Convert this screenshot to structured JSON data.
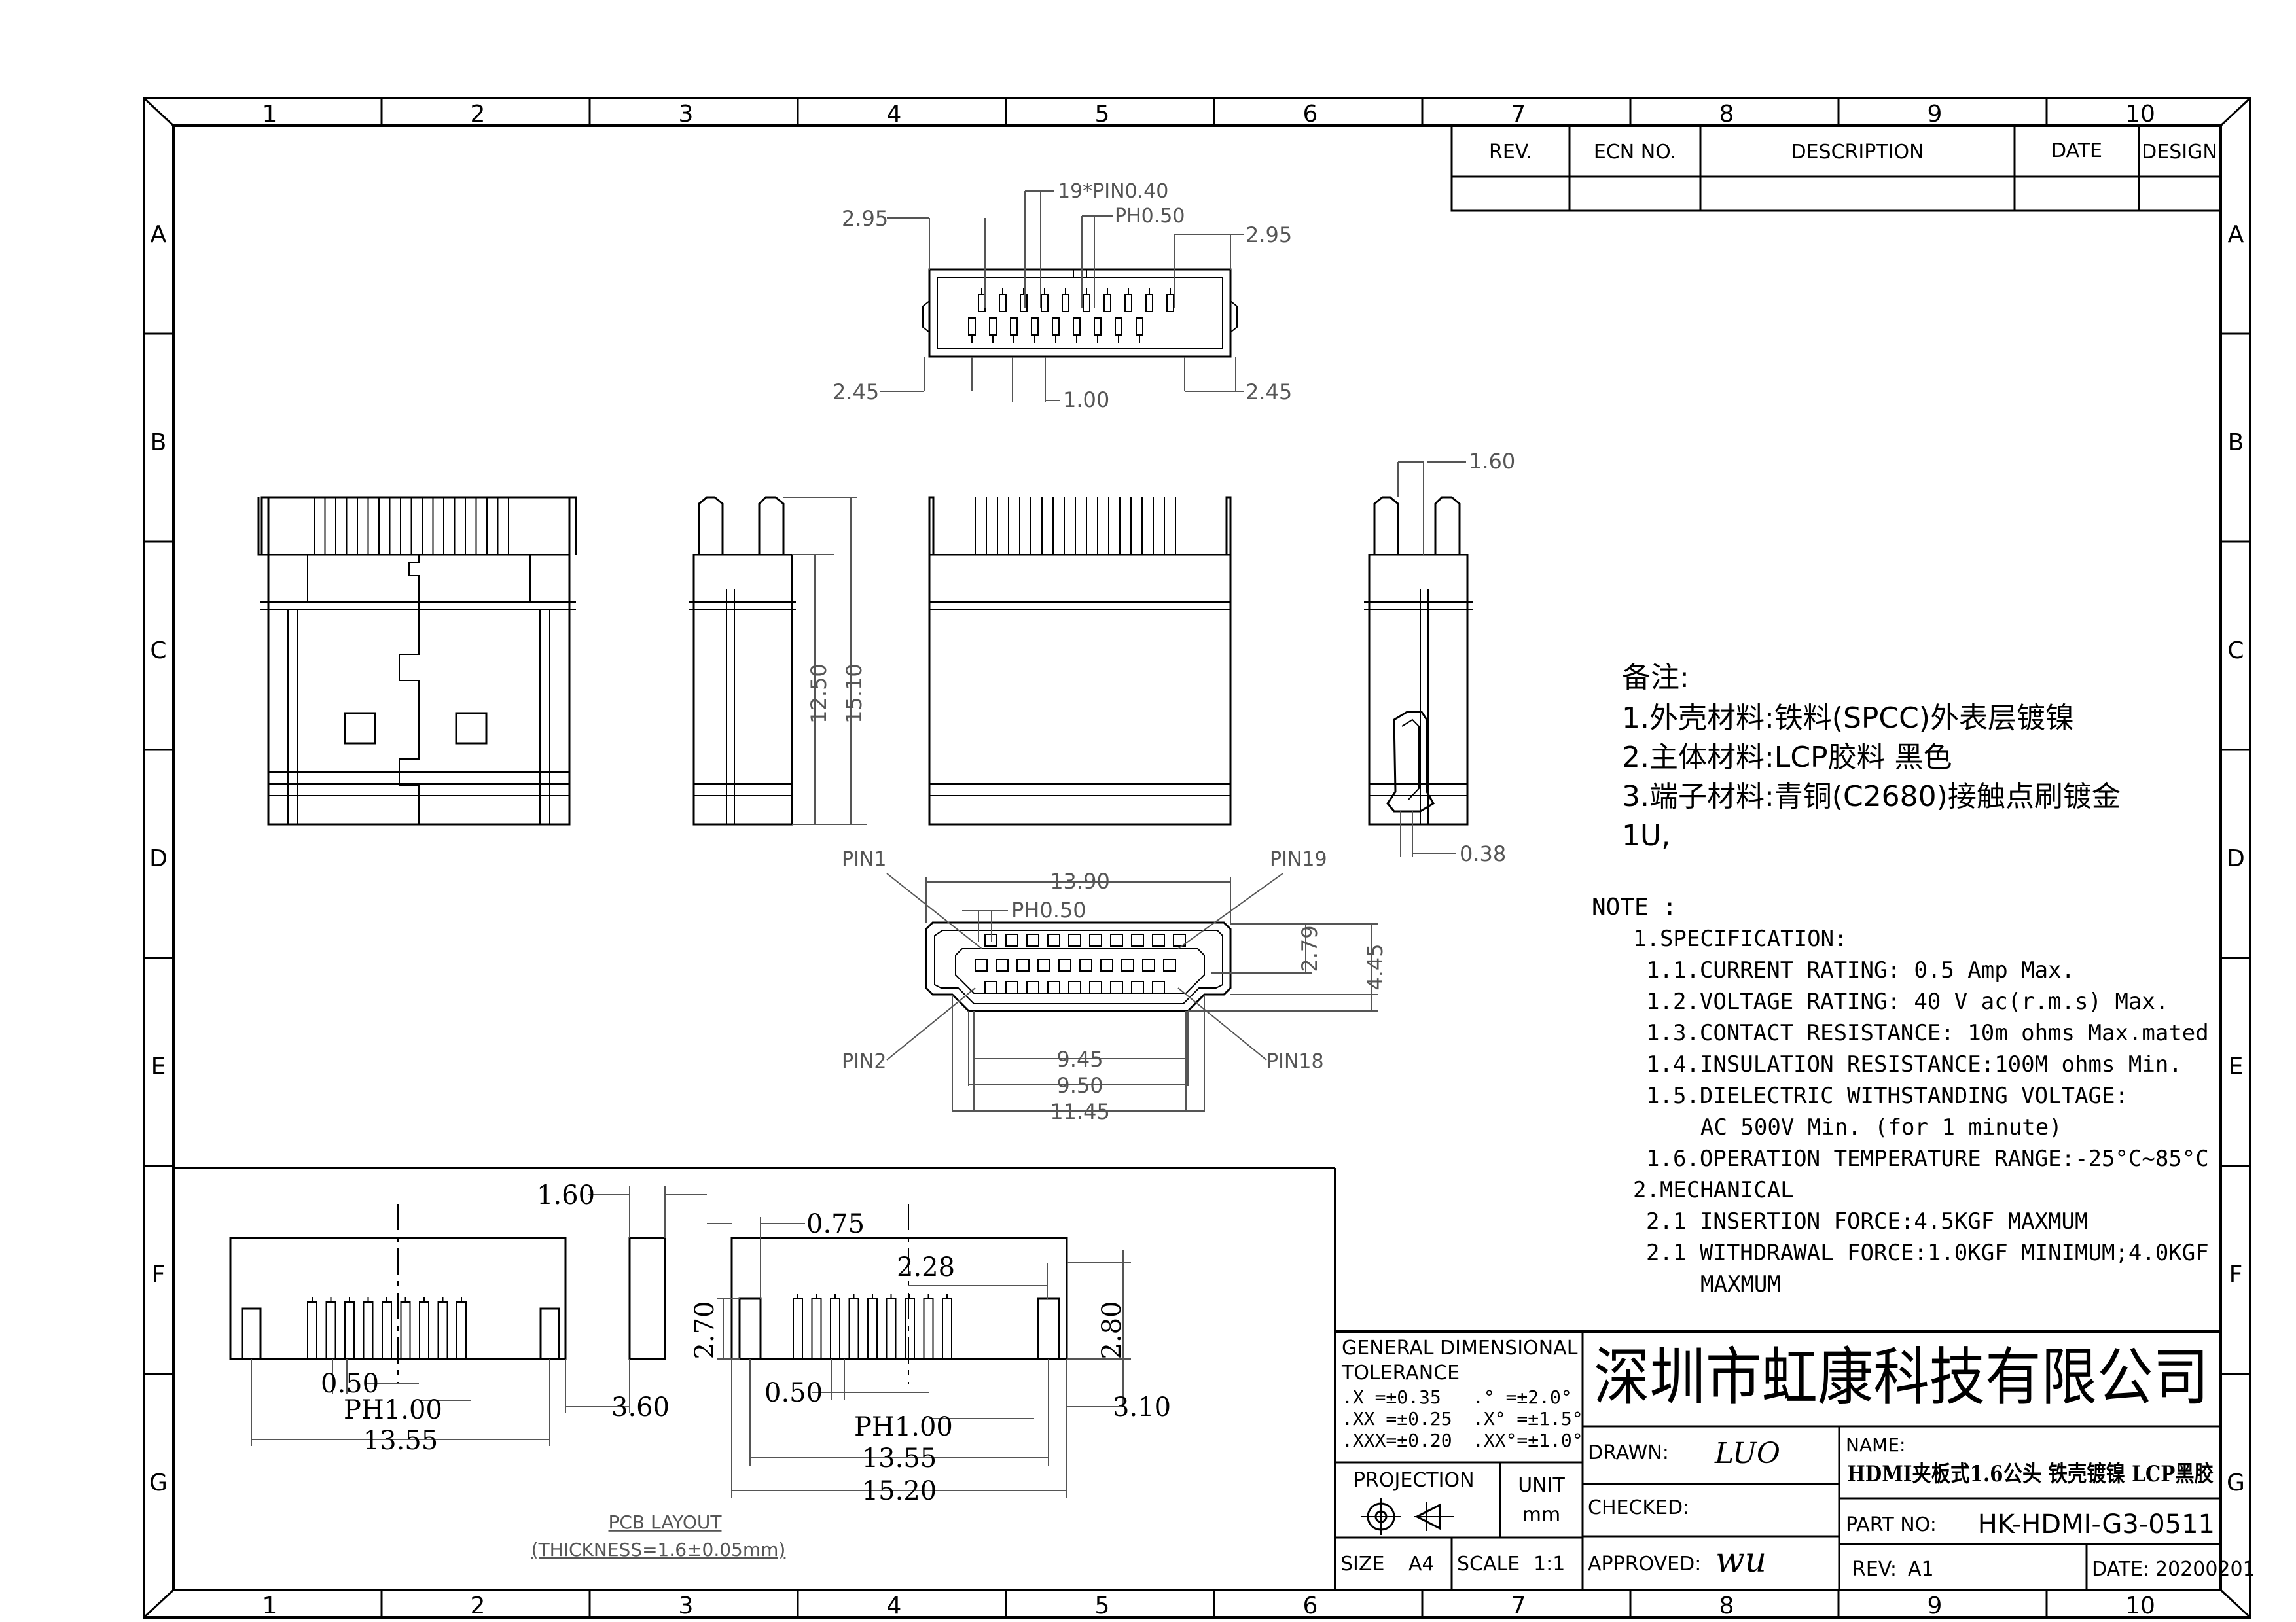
{
  "frame": {
    "col_labels": [
      "1",
      "2",
      "3",
      "4",
      "5",
      "6",
      "7",
      "8",
      "9",
      "10"
    ],
    "row_labels": [
      "A",
      "B",
      "C",
      "D",
      "E",
      "F",
      "G"
    ]
  },
  "revision_table": {
    "headers": [
      "REV.",
      "ECN NO.",
      "DESCRIPTION",
      "DATE",
      "DESIGN"
    ]
  },
  "top_view": {
    "dims": {
      "pin_count": "19*PIN0.40",
      "pitch": "PH0.50",
      "left_top": "2.95",
      "right_top": "2.95",
      "left_bottom": "2.45",
      "right_bottom": "2.45",
      "center_bottom": "1.00"
    }
  },
  "side_view": {
    "dims": {
      "d1250": "12.50",
      "d1510": "15.10",
      "d160": "1.60",
      "d038": "0.38"
    }
  },
  "front_view": {
    "pins": {
      "pin1": "PIN1",
      "pin19": "PIN19",
      "pin2": "PIN2",
      "pin18": "PIN18"
    },
    "dims": {
      "w1390": "13.90",
      "ph": "PH0.50",
      "h279": "2.79",
      "h445": "4.45",
      "w945": "9.45",
      "w950": "9.50",
      "w1145": "11.45"
    }
  },
  "notes_cn": {
    "title": "备注:",
    "lines": [
      "1.外壳材料:铁料(SPCC)外表层镀镍",
      "2.主体材料:LCP胶料 黑色",
      "3.端子材料:青铜(C2680)接触点刷镀金",
      "1U,"
    ]
  },
  "notes_en": {
    "title": "NOTE :",
    "lines": [
      "1.SPECIFICATION:",
      "1.1.CURRENT RATING: 0.5 Amp Max.",
      "1.2.VOLTAGE RATING: 40 V ac(r.m.s) Max.",
      "1.3.CONTACT RESISTANCE: 10m ohms Max.mated",
      "1.4.INSULATION RESISTANCE:100M ohms Min.",
      "1.5.DIELECTRIC WITHSTANDING VOLTAGE:",
      "AC 500V Min. (for 1 minute)",
      "1.6.OPERATION TEMPERATURE RANGE:-25°C~85°C",
      "2.MECHANICAL",
      "2.1 INSERTION FORCE:4.5KGF MAXMUM",
      "2.1 WITHDRAWAL FORCE:1.0KGF MINIMUM;4.0KGF",
      "MAXMUM"
    ]
  },
  "pcb_layout": {
    "title": "PCB LAYOUT",
    "subtitle": "(THICKNESS=1.6±0.05mm)",
    "dims": {
      "d160": "1.60",
      "d075": "0.75",
      "d228": "2.28",
      "d270": "2.70",
      "d280": "2.80",
      "d050a": "0.50",
      "ph100a": "PH1.00",
      "d1355a": "13.55",
      "d360": "3.60",
      "d050b": "0.50",
      "ph100b": "PH1.00",
      "d1355b": "13.55",
      "d1520": "15.20",
      "d310": "3.10"
    }
  },
  "title_block": {
    "tolerance_title": "GENERAL DIMENSIONAL",
    "tolerance_sub": "TOLERANCE",
    "tol_rows": [
      {
        "a": ".X   =±0.35",
        "b": ".°   =±2.0°"
      },
      {
        "a": ".XX  =±0.25",
        "b": ".X°  =±1.5°"
      },
      {
        "a": ".XXX=±0.20",
        "b": ".XX°=±1.0°"
      }
    ],
    "projection": "PROJECTION",
    "unit_label": "UNIT",
    "unit": "mm",
    "size_label": "SIZE",
    "size": "A4",
    "scale_label": "SCALE",
    "scale": "1:1",
    "company": "深圳市虹康科技有限公司",
    "drawn_label": "DRAWN:",
    "drawn_sig": "LUO",
    "checked_label": "CHECKED:",
    "approved_label": "APPROVED:",
    "approved_sig": "wu",
    "name_label": "NAME:",
    "name": "HDMI夹板式1.6公头 铁壳镀镍 LCP黑胶",
    "part_label": "PART NO:",
    "part_no": "HK-HDMI-G3-0511",
    "rev_label": "REV:",
    "rev": "A1",
    "date_label": "DATE:",
    "date": "20200201"
  }
}
